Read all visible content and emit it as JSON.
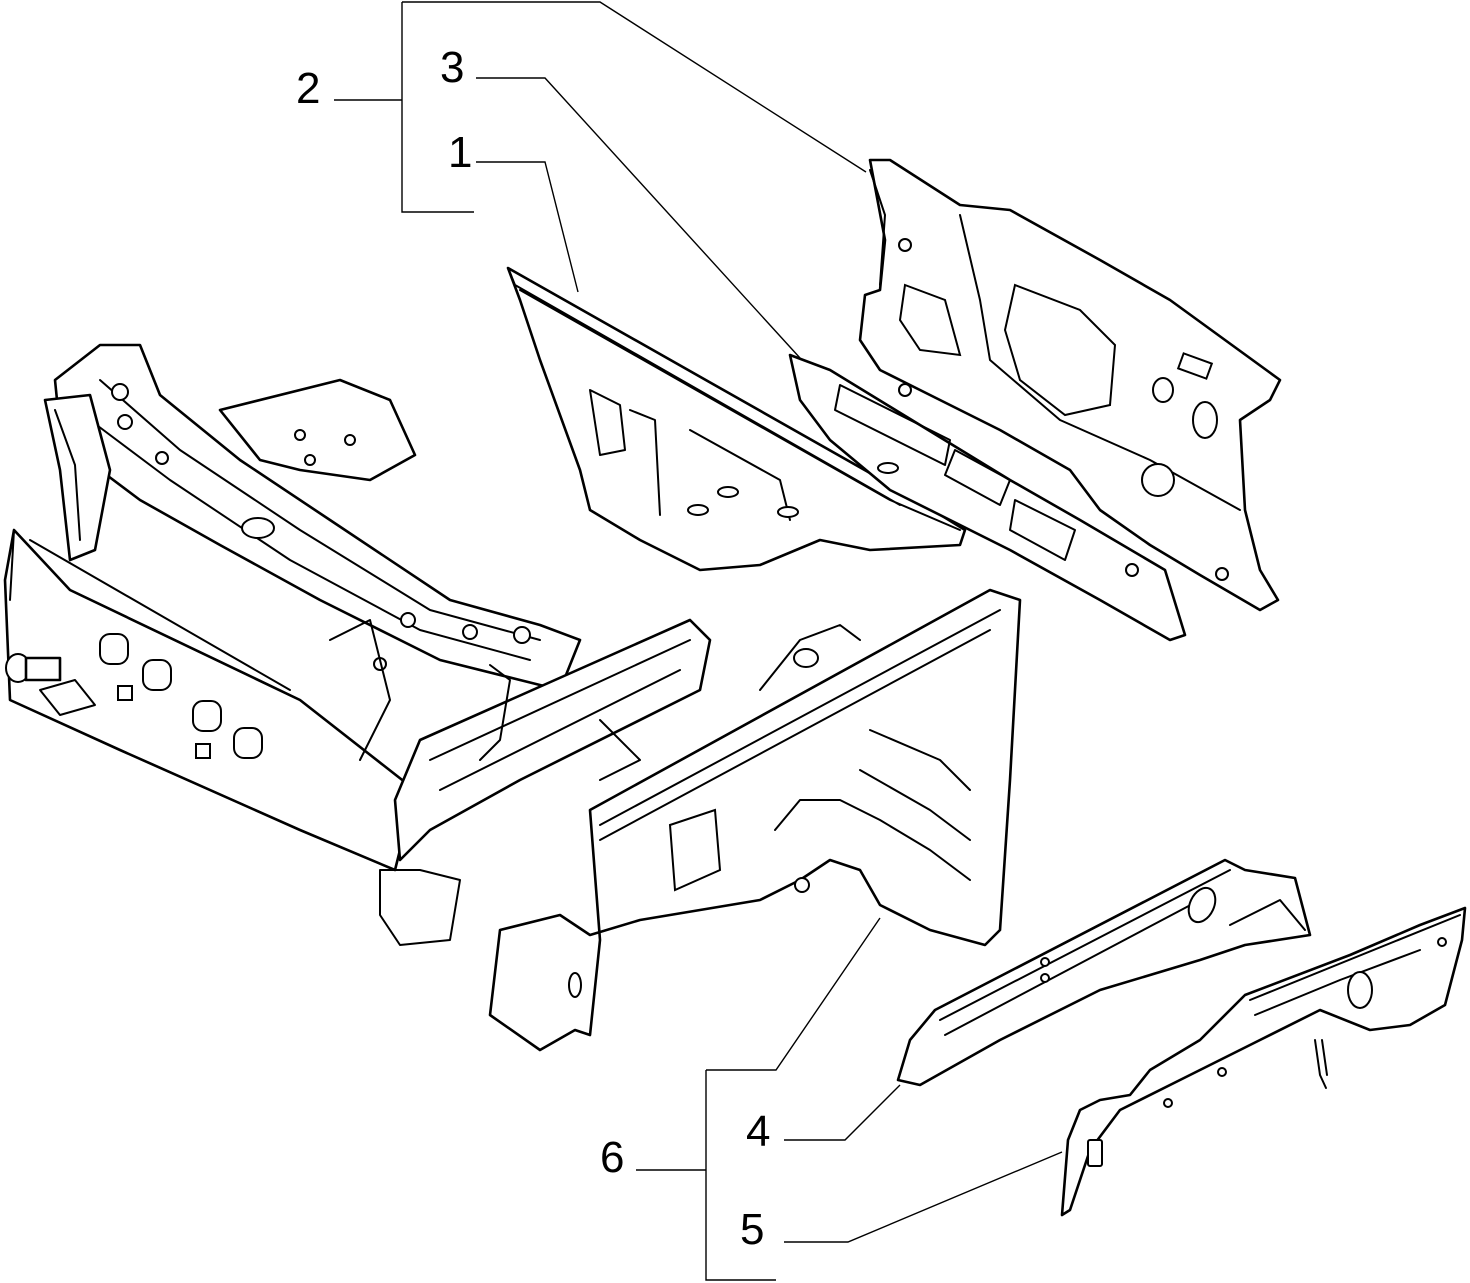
{
  "callouts": [
    {
      "id": "label-1",
      "text": "1"
    },
    {
      "id": "label-2",
      "text": "2"
    },
    {
      "id": "label-3",
      "text": "3"
    },
    {
      "id": "label-4",
      "text": "4"
    },
    {
      "id": "label-5",
      "text": "5"
    },
    {
      "id": "label-6",
      "text": "6"
    }
  ],
  "colors": {
    "ink": "#000000",
    "paper": "#ffffff"
  }
}
